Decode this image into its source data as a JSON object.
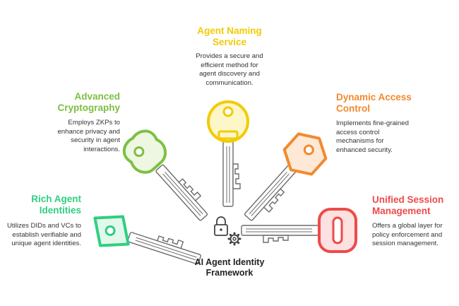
{
  "colors": {
    "yellow": "#f2cb07",
    "green": "#7cc043",
    "teal": "#2fcf7f",
    "orange": "#f28a2e",
    "red": "#ee4a4a",
    "gray": "#6b6b6b"
  },
  "nodes": [
    {
      "id": "agent-naming-service",
      "title": "Agent Naming Service",
      "title_lines": [
        "Agent Naming",
        "Service"
      ],
      "desc_lines": [
        "Provides a secure and",
        "efficient method for",
        "agent discovery and",
        "communication."
      ],
      "color": "#f2cb07"
    },
    {
      "id": "advanced-cryptography",
      "title": "Advanced Cryptography",
      "title_lines": [
        "Advanced",
        "Cryptography"
      ],
      "desc_lines": [
        "Employs ZKPs to",
        "enhance privacy and",
        "security in agent",
        "interactions."
      ],
      "color": "#7cc043"
    },
    {
      "id": "dynamic-access-control",
      "title": "Dynamic Access Control",
      "title_lines": [
        "Dynamic Access",
        "Control"
      ],
      "desc_lines": [
        "Implements fine-grained",
        "access control",
        "mechanisms for",
        "enhanced security."
      ],
      "color": "#f28a2e"
    },
    {
      "id": "rich-agent-identities",
      "title": "Rich Agent Identities",
      "title_lines": [
        "Rich Agent",
        "Identities"
      ],
      "desc_lines": [
        "Utilizes DIDs and VCs to",
        "establish verifiable and",
        "unique agent identities."
      ],
      "color": "#2fcf7f"
    },
    {
      "id": "unified-session-management",
      "title": "Unified Session Management",
      "title_lines": [
        "Unified Session",
        "Management"
      ],
      "desc_lines": [
        "Offers a global layer for",
        "policy enforcement and",
        "session management."
      ],
      "color": "#ee4a4a"
    }
  ],
  "center": {
    "title_lines": [
      "AI Agent Identity",
      "Framework"
    ],
    "icons": [
      "lock-icon",
      "gear-icon"
    ]
  }
}
